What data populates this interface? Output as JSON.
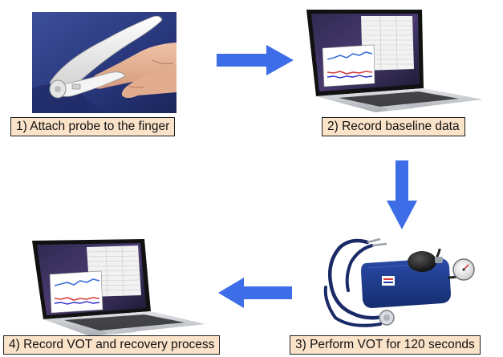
{
  "steps": [
    {
      "number": 1,
      "label": "1) Attach probe to the finger"
    },
    {
      "number": 2,
      "label": "2) Record baseline data"
    },
    {
      "number": 3,
      "label": "3) Perform VOT for 120 seconds"
    },
    {
      "number": 4,
      "label": "4) Record VOT and recovery process"
    }
  ],
  "colors": {
    "arrow": "#3d6ee8",
    "label_background": "#fbe3c9",
    "label_border": "#1e1e1e",
    "cuff": "#1f3c8c",
    "tubing": "#1a2a66"
  },
  "icons": {
    "step1": "finger-probe-photo",
    "step2": "laptop-icon",
    "step3": "blood-pressure-cuff-icon",
    "step4": "laptop-icon"
  }
}
